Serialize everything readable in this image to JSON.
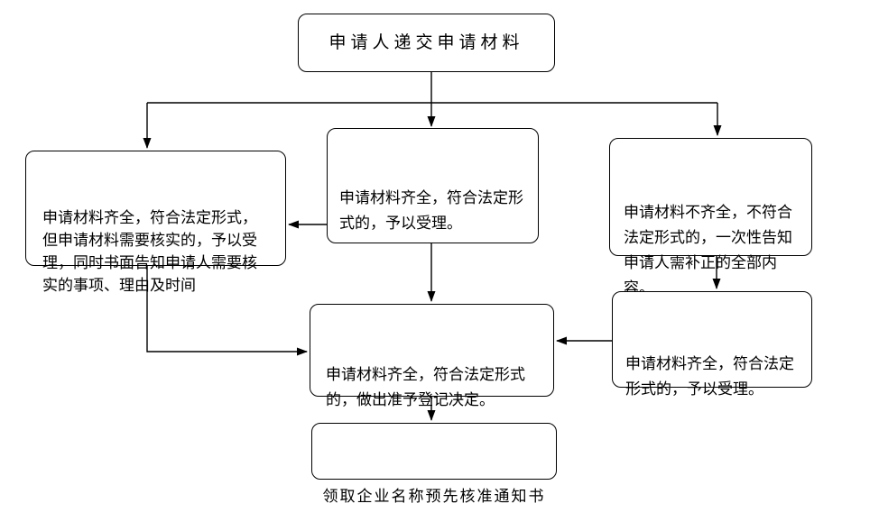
{
  "diagram": {
    "background_color": "#ffffff",
    "line_color": "#000000",
    "text_color": "#000000",
    "nodes": {
      "submit": {
        "text": "申请人递交申请材料"
      },
      "verify": {
        "text": "申请材料齐全，符合法定形式，\n但申请材料需要核实的，予以受\n理，同时书面告知申请人需要核\n实的事项、理由及时间"
      },
      "accept": {
        "text": "申请材料齐全，符合法定形\n式的，予以受理。"
      },
      "incomplete": {
        "text": "申请材料不齐全，不符合\n法定形式的，一次性告知\n申请人需补正的全部内\n容。"
      },
      "accept_after_correction": {
        "text": "申请材料齐全，符合法定\n形式的，予以受理。"
      },
      "decision": {
        "text": "申请材料齐全，符合法定形式\n的，做出准予登记决定。"
      },
      "notice": {
        "text": "领取企业名称预先核准通知书"
      }
    }
  }
}
